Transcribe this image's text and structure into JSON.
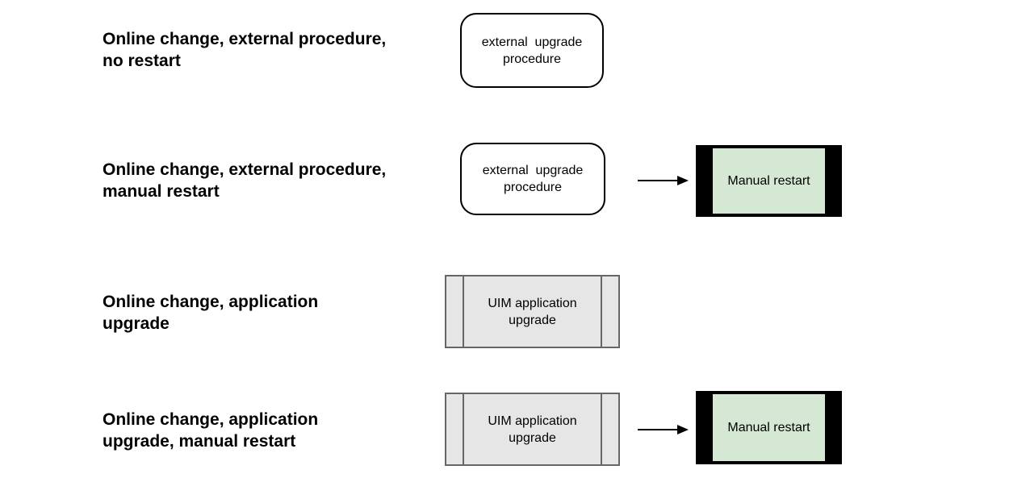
{
  "colors": {
    "background": "#ffffff",
    "text": "#000000",
    "rounded_fill": "#ffffff",
    "rounded_border": "#000000",
    "process_fill": "#e6e6e6",
    "process_border": "#666666",
    "restart_fill": "#d5e8d4",
    "restart_frame": "#000000"
  },
  "rows": [
    {
      "label": "Online change, external procedure,\nno restart",
      "shape": "external  upgrade\nprocedure"
    },
    {
      "label": "Online change, external procedure,\nmanual restart",
      "shape": "external  upgrade\nprocedure",
      "restart": "Manual restart"
    },
    {
      "label": "Online change, application\nupgrade",
      "shape": "UIM application\nupgrade"
    },
    {
      "label": "Online change, application\nupgrade, manual restart",
      "shape": "UIM application\nupgrade",
      "restart": "Manual restart"
    }
  ]
}
